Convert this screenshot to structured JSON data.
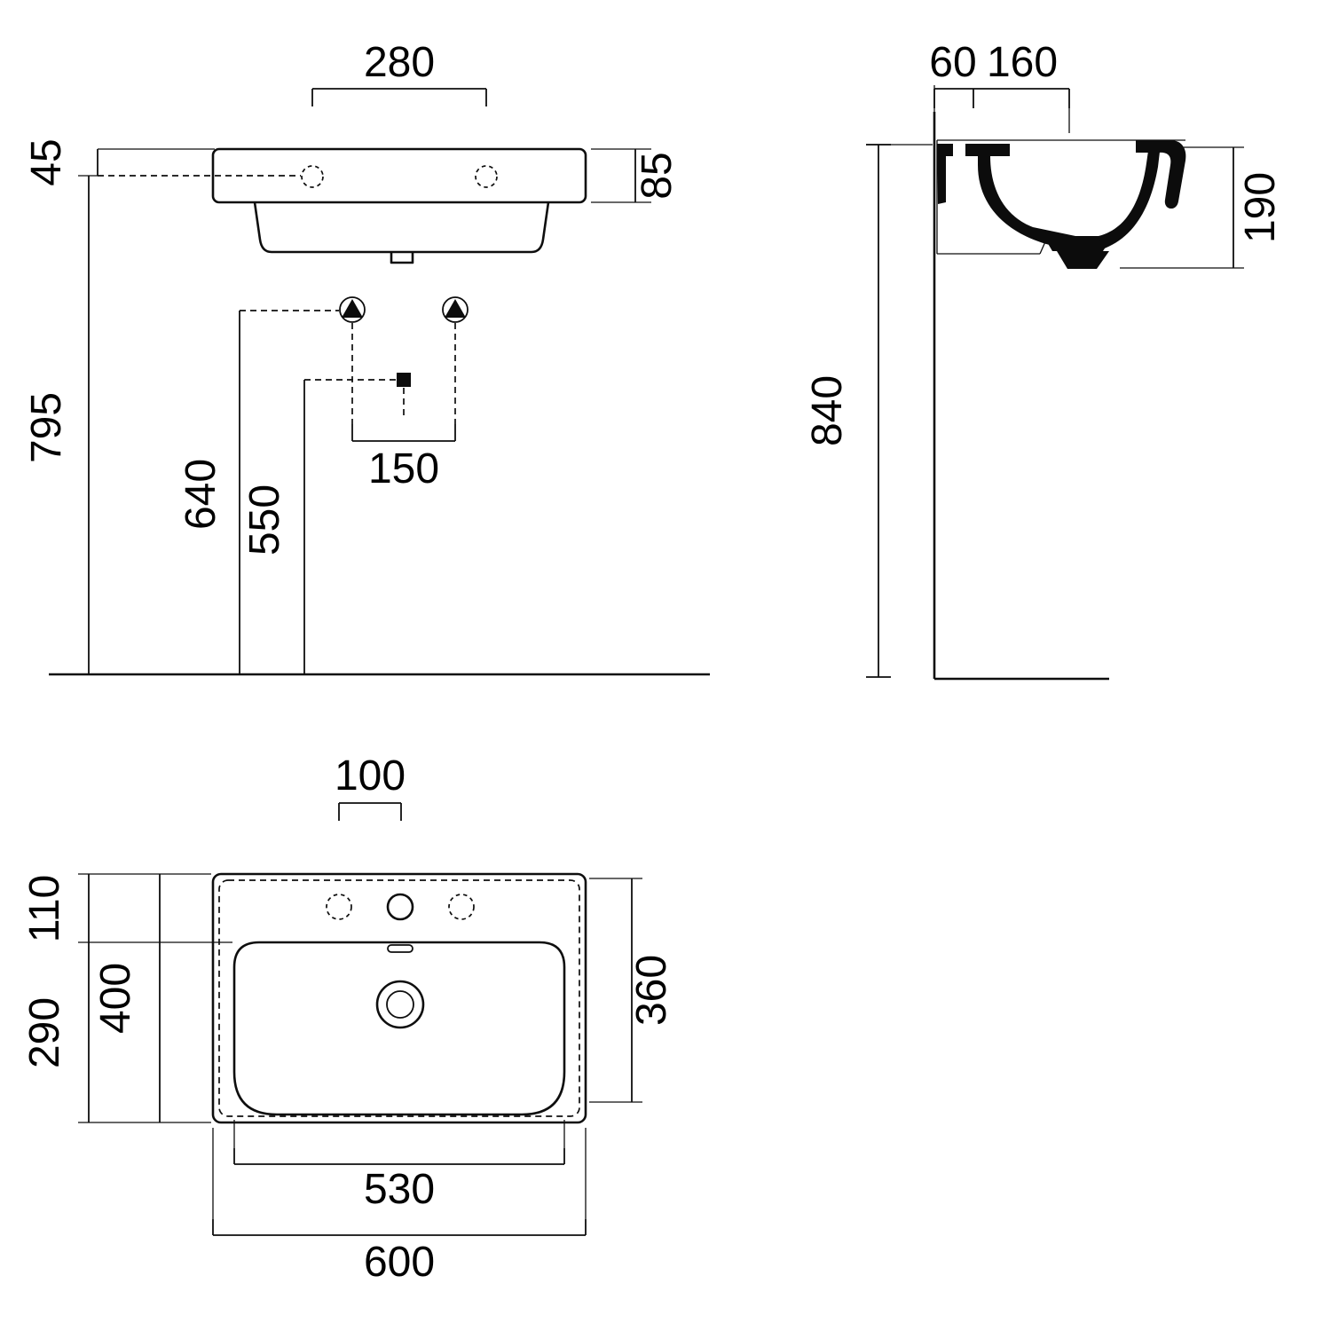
{
  "front_view": {
    "tap_centres": "280",
    "top_offset": "45",
    "rim_height": "85",
    "floor_to_rim": "795",
    "supply_height": "640",
    "waste_height": "550",
    "supply_centres": "150"
  },
  "side_view": {
    "wall_offset": "60",
    "deck_depth": "160",
    "basin_depth": "190",
    "floor_to_top": "840"
  },
  "plan_view": {
    "tap_pitch": "100",
    "back_section": "110",
    "front_section": "290",
    "overall_depth": "400",
    "bowl_depth": "360",
    "bowl_width": "530",
    "overall_width": "600"
  }
}
